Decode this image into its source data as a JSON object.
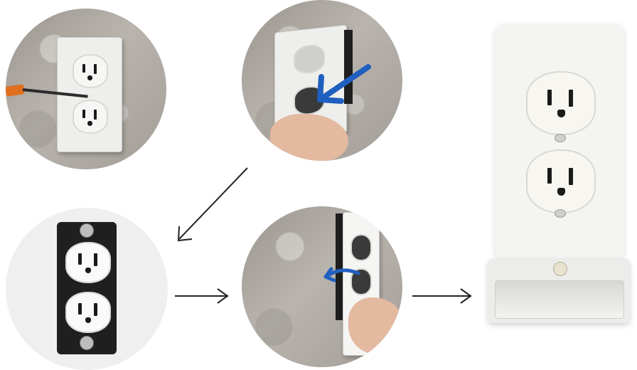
{
  "figure": {
    "colors": {
      "background": "#ffffff",
      "wall": "#aba6a0",
      "plate": "#eeeeec",
      "accent_arrow": "#1f5fbf",
      "flow_arrow": "#222222",
      "screwdriver_handle": "#e07020"
    },
    "steps": [
      {
        "id": 1,
        "scene": "remove-cover-screw-with-screwdriver"
      },
      {
        "id": 2,
        "scene": "slide-plate-over-outlet"
      },
      {
        "id": 3,
        "scene": "bare-duplex-receptacle"
      },
      {
        "id": 4,
        "scene": "snap-on-night-light-plate"
      }
    ],
    "product": {
      "name_icon": "outlet-night-light-cover"
    }
  }
}
